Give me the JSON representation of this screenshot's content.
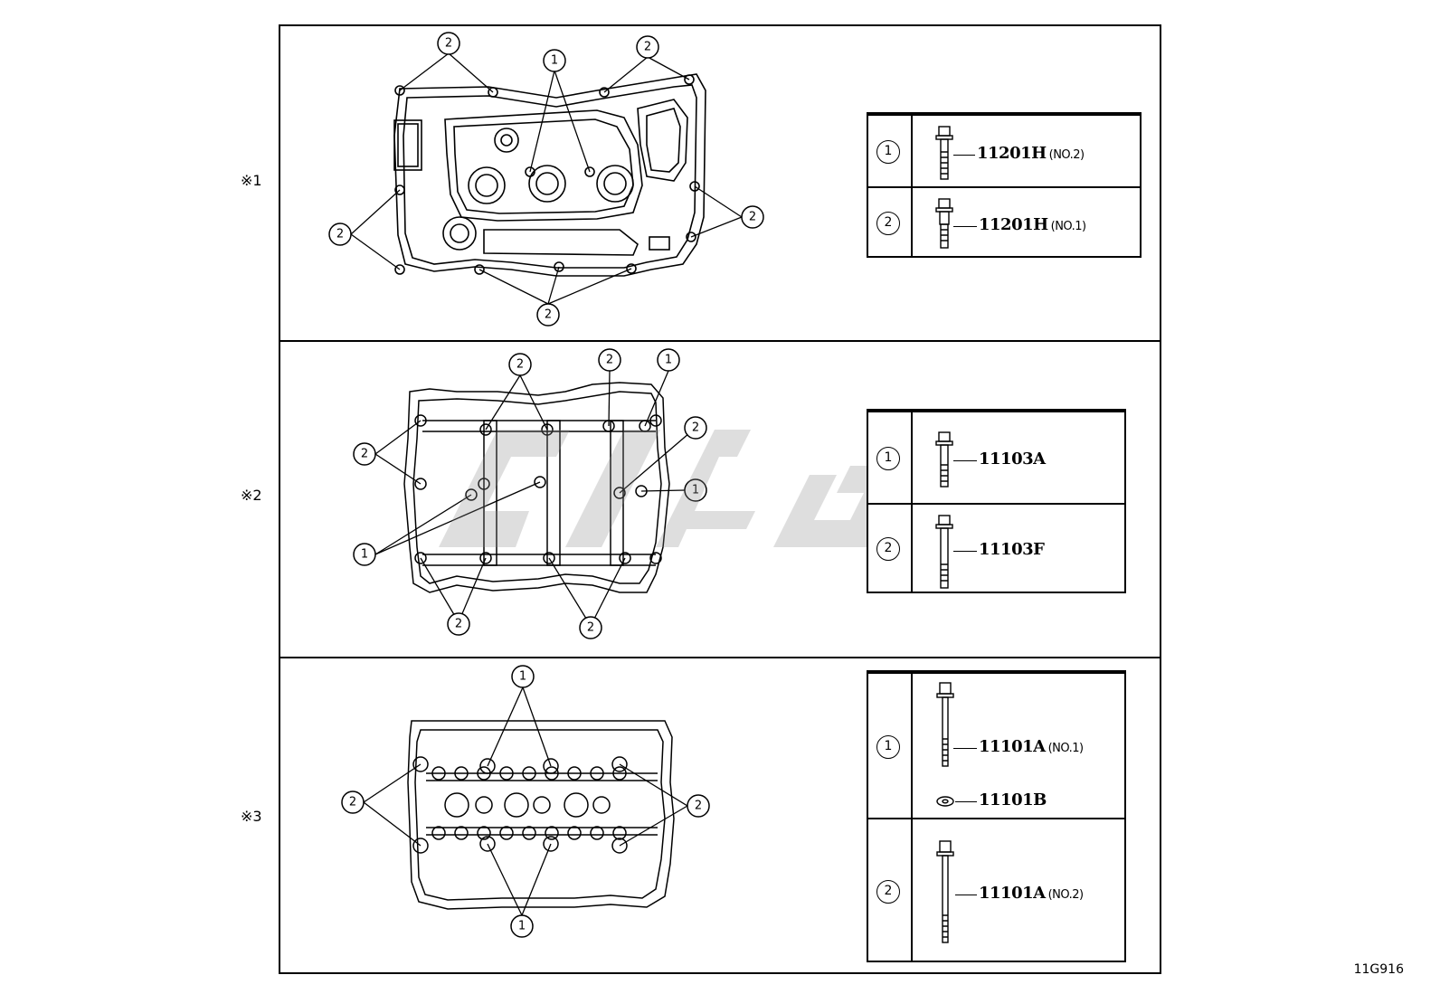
{
  "sections": [
    {
      "mark": "※1",
      "callout_1": "1",
      "callout_2": "2",
      "legend": [
        {
          "num": "1",
          "code": "11201H",
          "note": "(NO.2)"
        },
        {
          "num": "2",
          "code": "11201H",
          "note": "(NO.1)"
        }
      ]
    },
    {
      "mark": "※2",
      "callout_1": "1",
      "callout_2": "2",
      "legend": [
        {
          "num": "1",
          "code": "11103A",
          "note": ""
        },
        {
          "num": "2",
          "code": "11103F",
          "note": ""
        }
      ]
    },
    {
      "mark": "※3",
      "callout_1": "1",
      "callout_2": "2",
      "legend": [
        {
          "num": "1",
          "code": "11101A",
          "note": "(NO.1)",
          "extra_code": "11101B"
        },
        {
          "num": "2",
          "code": "11101A",
          "note": "(NO.2)"
        }
      ]
    }
  ],
  "diagram_code": "11G916",
  "colors": {
    "line": "#000000",
    "watermark": "#8c8c8c",
    "background": "#ffffff"
  }
}
